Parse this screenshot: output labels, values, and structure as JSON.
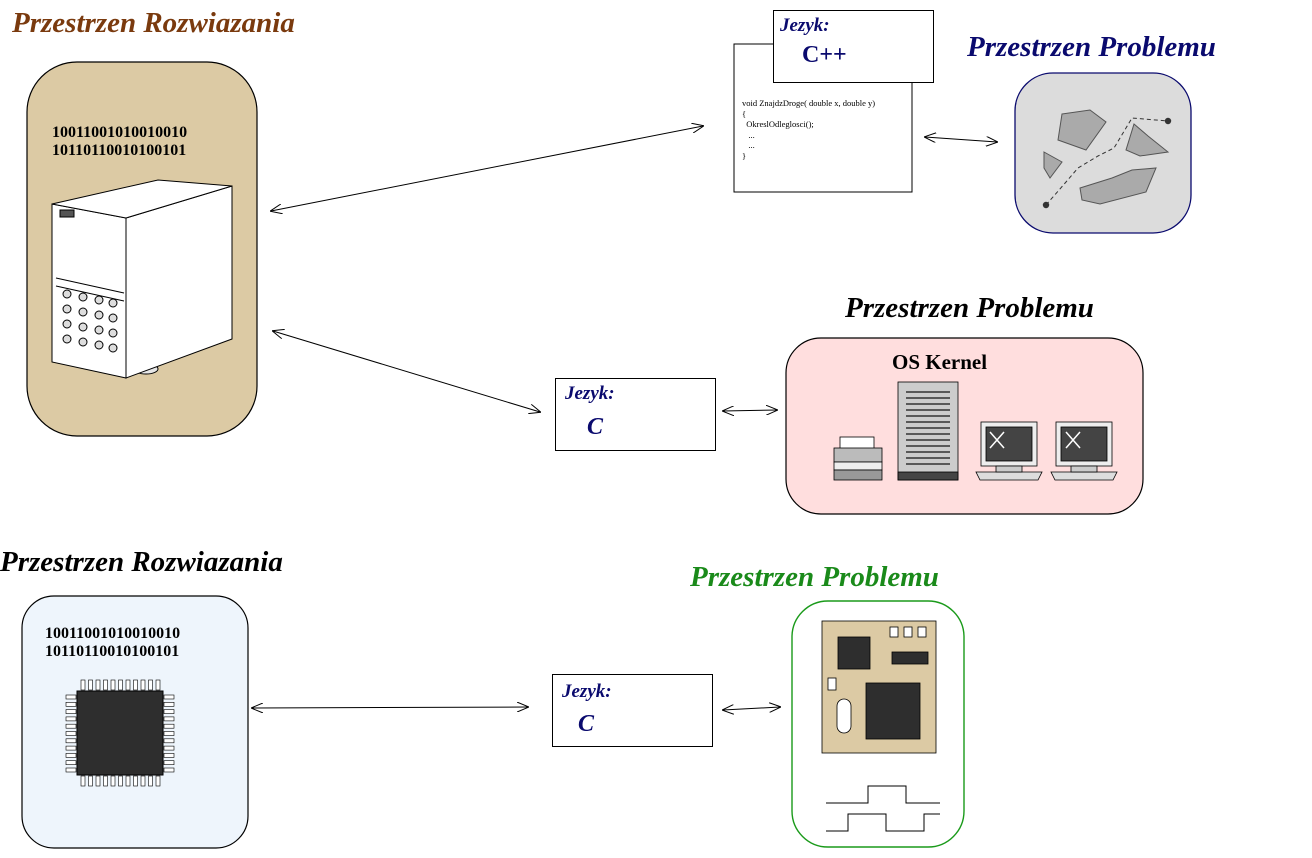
{
  "top": {
    "solution_title": "Przestrzen Rozwiazania",
    "binary_line1": "10011001010010010",
    "binary_line2": "10110110010100101",
    "cpp_box": {
      "label": "Jezyk:",
      "language": "C++"
    },
    "code_lines": [
      "void ZnajdzDroge( double x, double y)",
      "{",
      "  OkreslOdleglosci();",
      "   ...",
      "   ...",
      "}"
    ],
    "problem_title": "Przestrzen Problemu"
  },
  "middle": {
    "c_box": {
      "label": "Jezyk:",
      "language": "C"
    },
    "problem_title": "Przestrzen Problemu",
    "kernel_label": "OS Kernel"
  },
  "bottom": {
    "solution_title": "Przestrzen Rozwiazania",
    "binary_line1": "10011001010010010",
    "binary_line2": "10110110010100101",
    "c_box": {
      "label": "Jezyk:",
      "language": "C"
    },
    "problem_title": "Przestrzen Problemu"
  },
  "colors": {
    "solution_title_top": "#7a3a0e",
    "problem_title_top": "#0a0a6e",
    "problem_title_middle": "#000000",
    "solution_title_bottom": "#000000",
    "problem_title_bottom": "#1a8a1a",
    "server_panel_fill": "#dccaa4",
    "map_panel_fill": "#dcdcdc",
    "map_panel_border": "#0a0a6e",
    "network_panel_fill": "#ffdede",
    "chip_panel_fill": "#eef5fc",
    "board_panel_fill": "#ffffff",
    "board_panel_border": "#1a9a1a"
  }
}
